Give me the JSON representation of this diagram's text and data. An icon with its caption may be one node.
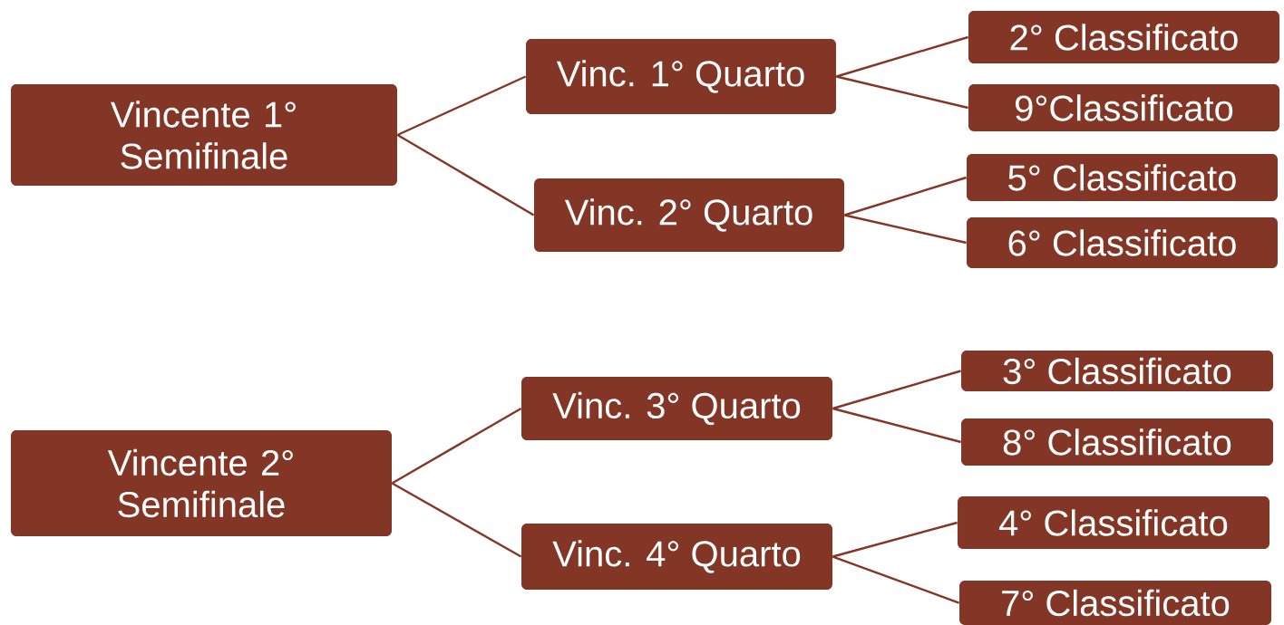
{
  "diagram": {
    "nodes": [
      {
        "text": [
          "Vincente 1° Semifinale"
        ]
      },
      {
        "text": [
          "Vinc. 1° Quarto"
        ]
      },
      {
        "text": [
          "2° Classificato"
        ]
      },
      {
        "text": [
          "9°Classificato"
        ]
      },
      {
        "text": [
          "Vinc. 2° Quarto"
        ]
      },
      {
        "text": [
          "5° Classificato"
        ]
      },
      {
        "text": [
          "6° Classificato"
        ]
      },
      {
        "text": [
          "Vincente 2° Semifinale"
        ]
      },
      {
        "text": [
          "Vinc. 3° Quarto"
        ]
      },
      {
        "text": [
          "3° Classificato"
        ]
      },
      {
        "text": [
          "8° Classificato"
        ]
      },
      {
        "text": [
          "Vinc. 4° Quarto"
        ]
      },
      {
        "text": [
          "4° Classificato"
        ]
      },
      {
        "text": [
          "7° Classificato"
        ]
      }
    ],
    "edges": [
      {
        "from": 0,
        "to": 1,
        "arrow": "none"
      },
      {
        "from": 0,
        "to": 4,
        "arrow": "none"
      },
      {
        "from": 1,
        "to": 2,
        "arrow": "none"
      },
      {
        "from": 1,
        "to": 3,
        "arrow": "none"
      },
      {
        "from": 4,
        "to": 5,
        "arrow": "none"
      },
      {
        "from": 4,
        "to": 6,
        "arrow": "none"
      },
      {
        "from": 7,
        "to": 8,
        "arrow": "none"
      },
      {
        "from": 7,
        "to": 11,
        "arrow": "none"
      },
      {
        "from": 8,
        "to": 9,
        "arrow": "none"
      },
      {
        "from": 8,
        "to": 10,
        "arrow": "none"
      },
      {
        "from": 11,
        "to": 12,
        "arrow": "none"
      },
      {
        "from": 11,
        "to": 13,
        "arrow": "none"
      }
    ]
  }
}
